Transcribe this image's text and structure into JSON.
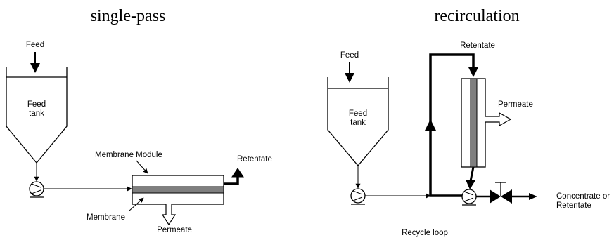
{
  "diagrams": [
    {
      "title": "single-pass",
      "labels": {
        "feed": "Feed",
        "tank_line1": "Feed",
        "tank_line2": "tank",
        "module": "Membrane Module",
        "retentate": "Retentate",
        "membrane": "Membrane",
        "permeate": "Permeate"
      }
    },
    {
      "title": "recirculation",
      "labels": {
        "feed": "Feed",
        "tank_line1": "Feed",
        "tank_line2": "tank",
        "retentate": "Retentate",
        "permeate": "Permeate",
        "outlet_line1": "Concentrate or",
        "outlet_line2": "Retentate",
        "loop": "Recycle loop"
      }
    }
  ]
}
